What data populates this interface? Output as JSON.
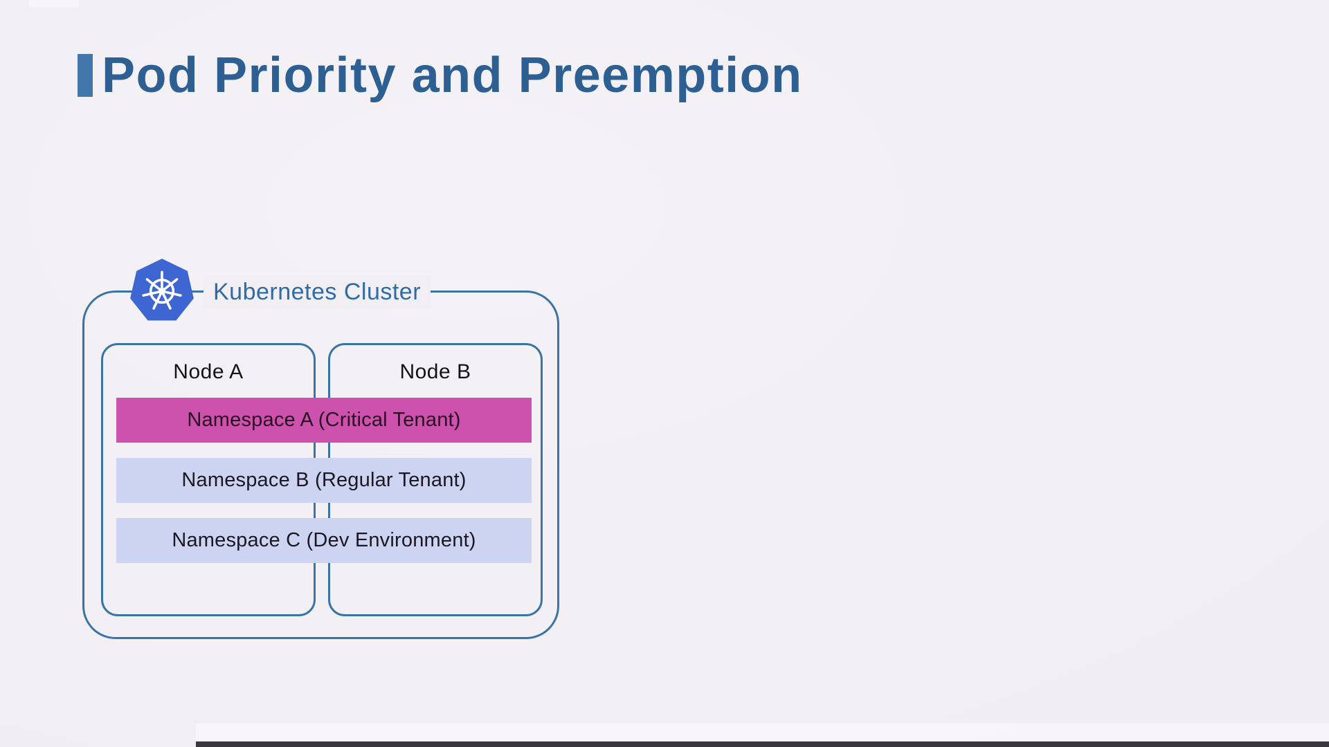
{
  "slide": {
    "title": "Pod Priority and Preemption"
  },
  "cluster": {
    "label": "Kubernetes Cluster",
    "logo": "kubernetes-helm-icon",
    "nodes": [
      {
        "label": "Node A"
      },
      {
        "label": "Node B"
      }
    ],
    "namespaces": [
      {
        "label": "Namespace A (Critical Tenant)",
        "priority": "critical",
        "color": "#cd52ae"
      },
      {
        "label": "Namespace B (Regular Tenant)",
        "priority": "regular",
        "color": "#cdd4f1"
      },
      {
        "label": "Namespace C (Dev Environment)",
        "priority": "regular",
        "color": "#cdd4f1"
      }
    ]
  },
  "colors": {
    "bg": "#f1eff4",
    "title-text": "#2d5f93",
    "accent-bar": "#4377ac",
    "cluster-border": "#3a73a6",
    "cluster-label": "#2f6ba6",
    "k8s-logo": "#3d66d2",
    "ns-critical-bg": "#cd52ae",
    "ns-critical-text": "#2a0c20",
    "ns-regular-bg": "#cdd4f1",
    "ns-text": "#1c1723",
    "node-label": "#15101a",
    "progress-bar": "#3a383c"
  }
}
